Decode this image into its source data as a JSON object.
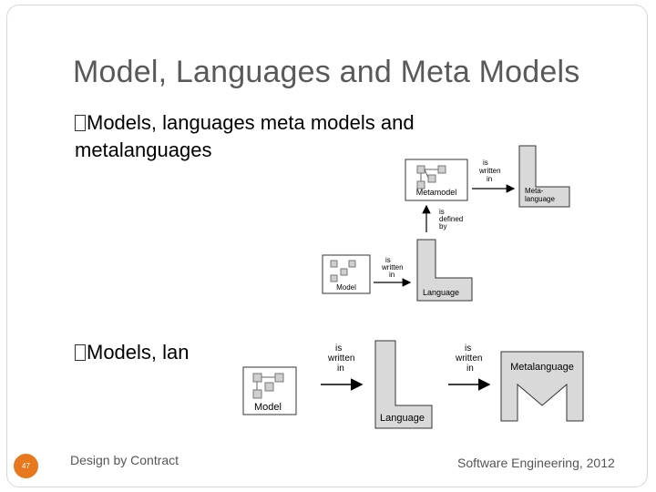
{
  "slide": {
    "title": "Model, Languages and Meta Models",
    "bullet1": "Models, languages meta models and metalanguages",
    "bullet2": "Models, lan",
    "footer_left": "Design by Contract",
    "footer_right": "Software Engineering, 2012",
    "slide_number": "47",
    "accent_color": "#e8781e"
  },
  "diagram_top": {
    "metamodel_label": "Metamodel",
    "metalanguage_label_line1": "Meta-",
    "metalanguage_label_line2": "language",
    "model_label": "Model",
    "language_label": "Language",
    "arrow_is": "is",
    "arrow_written": "written",
    "arrow_in": "in",
    "arrow_defined": "defined",
    "arrow_by": "by"
  },
  "diagram_bottom": {
    "model_label": "Model",
    "language_label": "Language",
    "metalanguage_label": "Metalanguage",
    "arrow_is": "is",
    "arrow_written": "written",
    "arrow_in": "in"
  }
}
